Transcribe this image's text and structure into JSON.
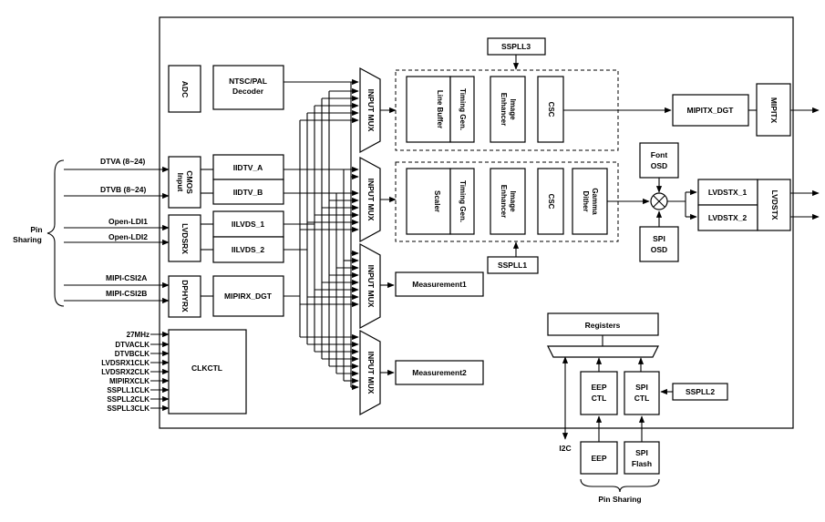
{
  "blocks": {
    "adc": "ADC",
    "ntsc": [
      "NTSC/PAL",
      "Decoder"
    ],
    "cmos": [
      "CMOS",
      "Input"
    ],
    "lvdsrx": "LVDSRX",
    "dphyrx": "DPHYRX",
    "iidtv_a": "IIDTV_A",
    "iidtv_b": "IIDTV_B",
    "iilvds_1": "IILVDS_1",
    "iilvds_2": "IILVDS_2",
    "mipirx_dgt": "MIPIRX_DGT",
    "clkctl": "CLKCTL",
    "input_mux": "INPUT MUX",
    "line_buffer": "Line Buffer",
    "timing_gen": "Timing Gen.",
    "image_enhancer": [
      "Image",
      "Enhancer"
    ],
    "csc": "CSC",
    "scaler": "Scaler",
    "gamma_dither": [
      "Gamma",
      "Dither"
    ],
    "sspll3": "SSPLL3",
    "sspll1": "SSPLL1",
    "sspll2": "SSPLL2",
    "mipitx_dgt": "MIPITX_DGT",
    "mipitx": "MIPITX",
    "font_osd": [
      "Font",
      "OSD"
    ],
    "spi_osd": [
      "SPI",
      "OSD"
    ],
    "lvdstx_1": "LVDSTX_1",
    "lvdstx_2": "LVDSTX_2",
    "lvdstx": "LVDSTX",
    "measurement1": "Measurement1",
    "measurement2": "Measurement2",
    "registers": "Registers",
    "eep_ctl": [
      "EEP",
      "CTL"
    ],
    "spi_ctl": [
      "SPI",
      "CTL"
    ],
    "eep": "EEP",
    "spi_flash": [
      "SPI",
      "Flash"
    ]
  },
  "signals": {
    "dtva": "DTVA (8~24)",
    "dtvb": "DTVB (8~24)",
    "open_ldi1": "Open-LDI1",
    "open_ldi2": "Open-LDI2",
    "mipi_csi2a": "MIPI-CSI2A",
    "mipi_csi2b": "MIPI-CSI2B",
    "i2c": "I2C"
  },
  "clocks": [
    "27MHz",
    "DTVACLK",
    "DTVBCLK",
    "LVDSRX1CLK",
    "LVDSRX2CLK",
    "MIPIRXCLK",
    "SSPLL1CLK",
    "SSPLL2CLK",
    "SSPLL3CLK"
  ],
  "pin_sharing_left": [
    "Pin",
    "Sharing"
  ],
  "pin_sharing_bottom": "Pin Sharing"
}
